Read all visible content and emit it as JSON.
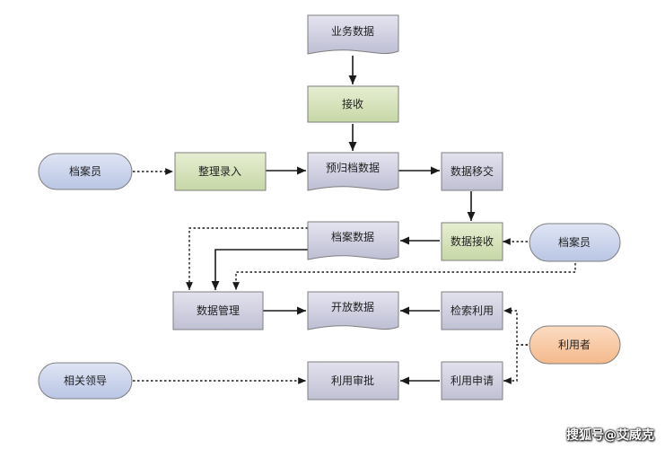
{
  "nodes": {
    "yewu_shuju": "业务数据",
    "jieshou": "接收",
    "yuguidang_shuju": "预归档数据",
    "shuju_yijiao": "数据移交",
    "danganyuan_left": "档案员",
    "zhengli_luru": "整理录入",
    "dangan_shuju": "档案数据",
    "shuju_jieshou": "数据接收",
    "danganyuan_right": "档案员",
    "shuju_guanli": "数据管理",
    "kaifang_shuju": "开放数据",
    "jiansuo_liyong": "检索利用",
    "liyongzhe": "利用者",
    "xiangguan_lingdao": "相关领导",
    "liyong_shenpi": "利用审批",
    "liyong_shenqing": "利用申请"
  },
  "watermark": "搜狐号@艾威克",
  "colors": {
    "doc_fill": "#ccccde",
    "process_green": "#d7e4bd",
    "process_gray": "#ccccde",
    "actor_blue": "#c6d0ea",
    "actor_orange": "#f9c9a3",
    "stroke": "#7f7f7f",
    "arrow": "#1a1a1a"
  }
}
